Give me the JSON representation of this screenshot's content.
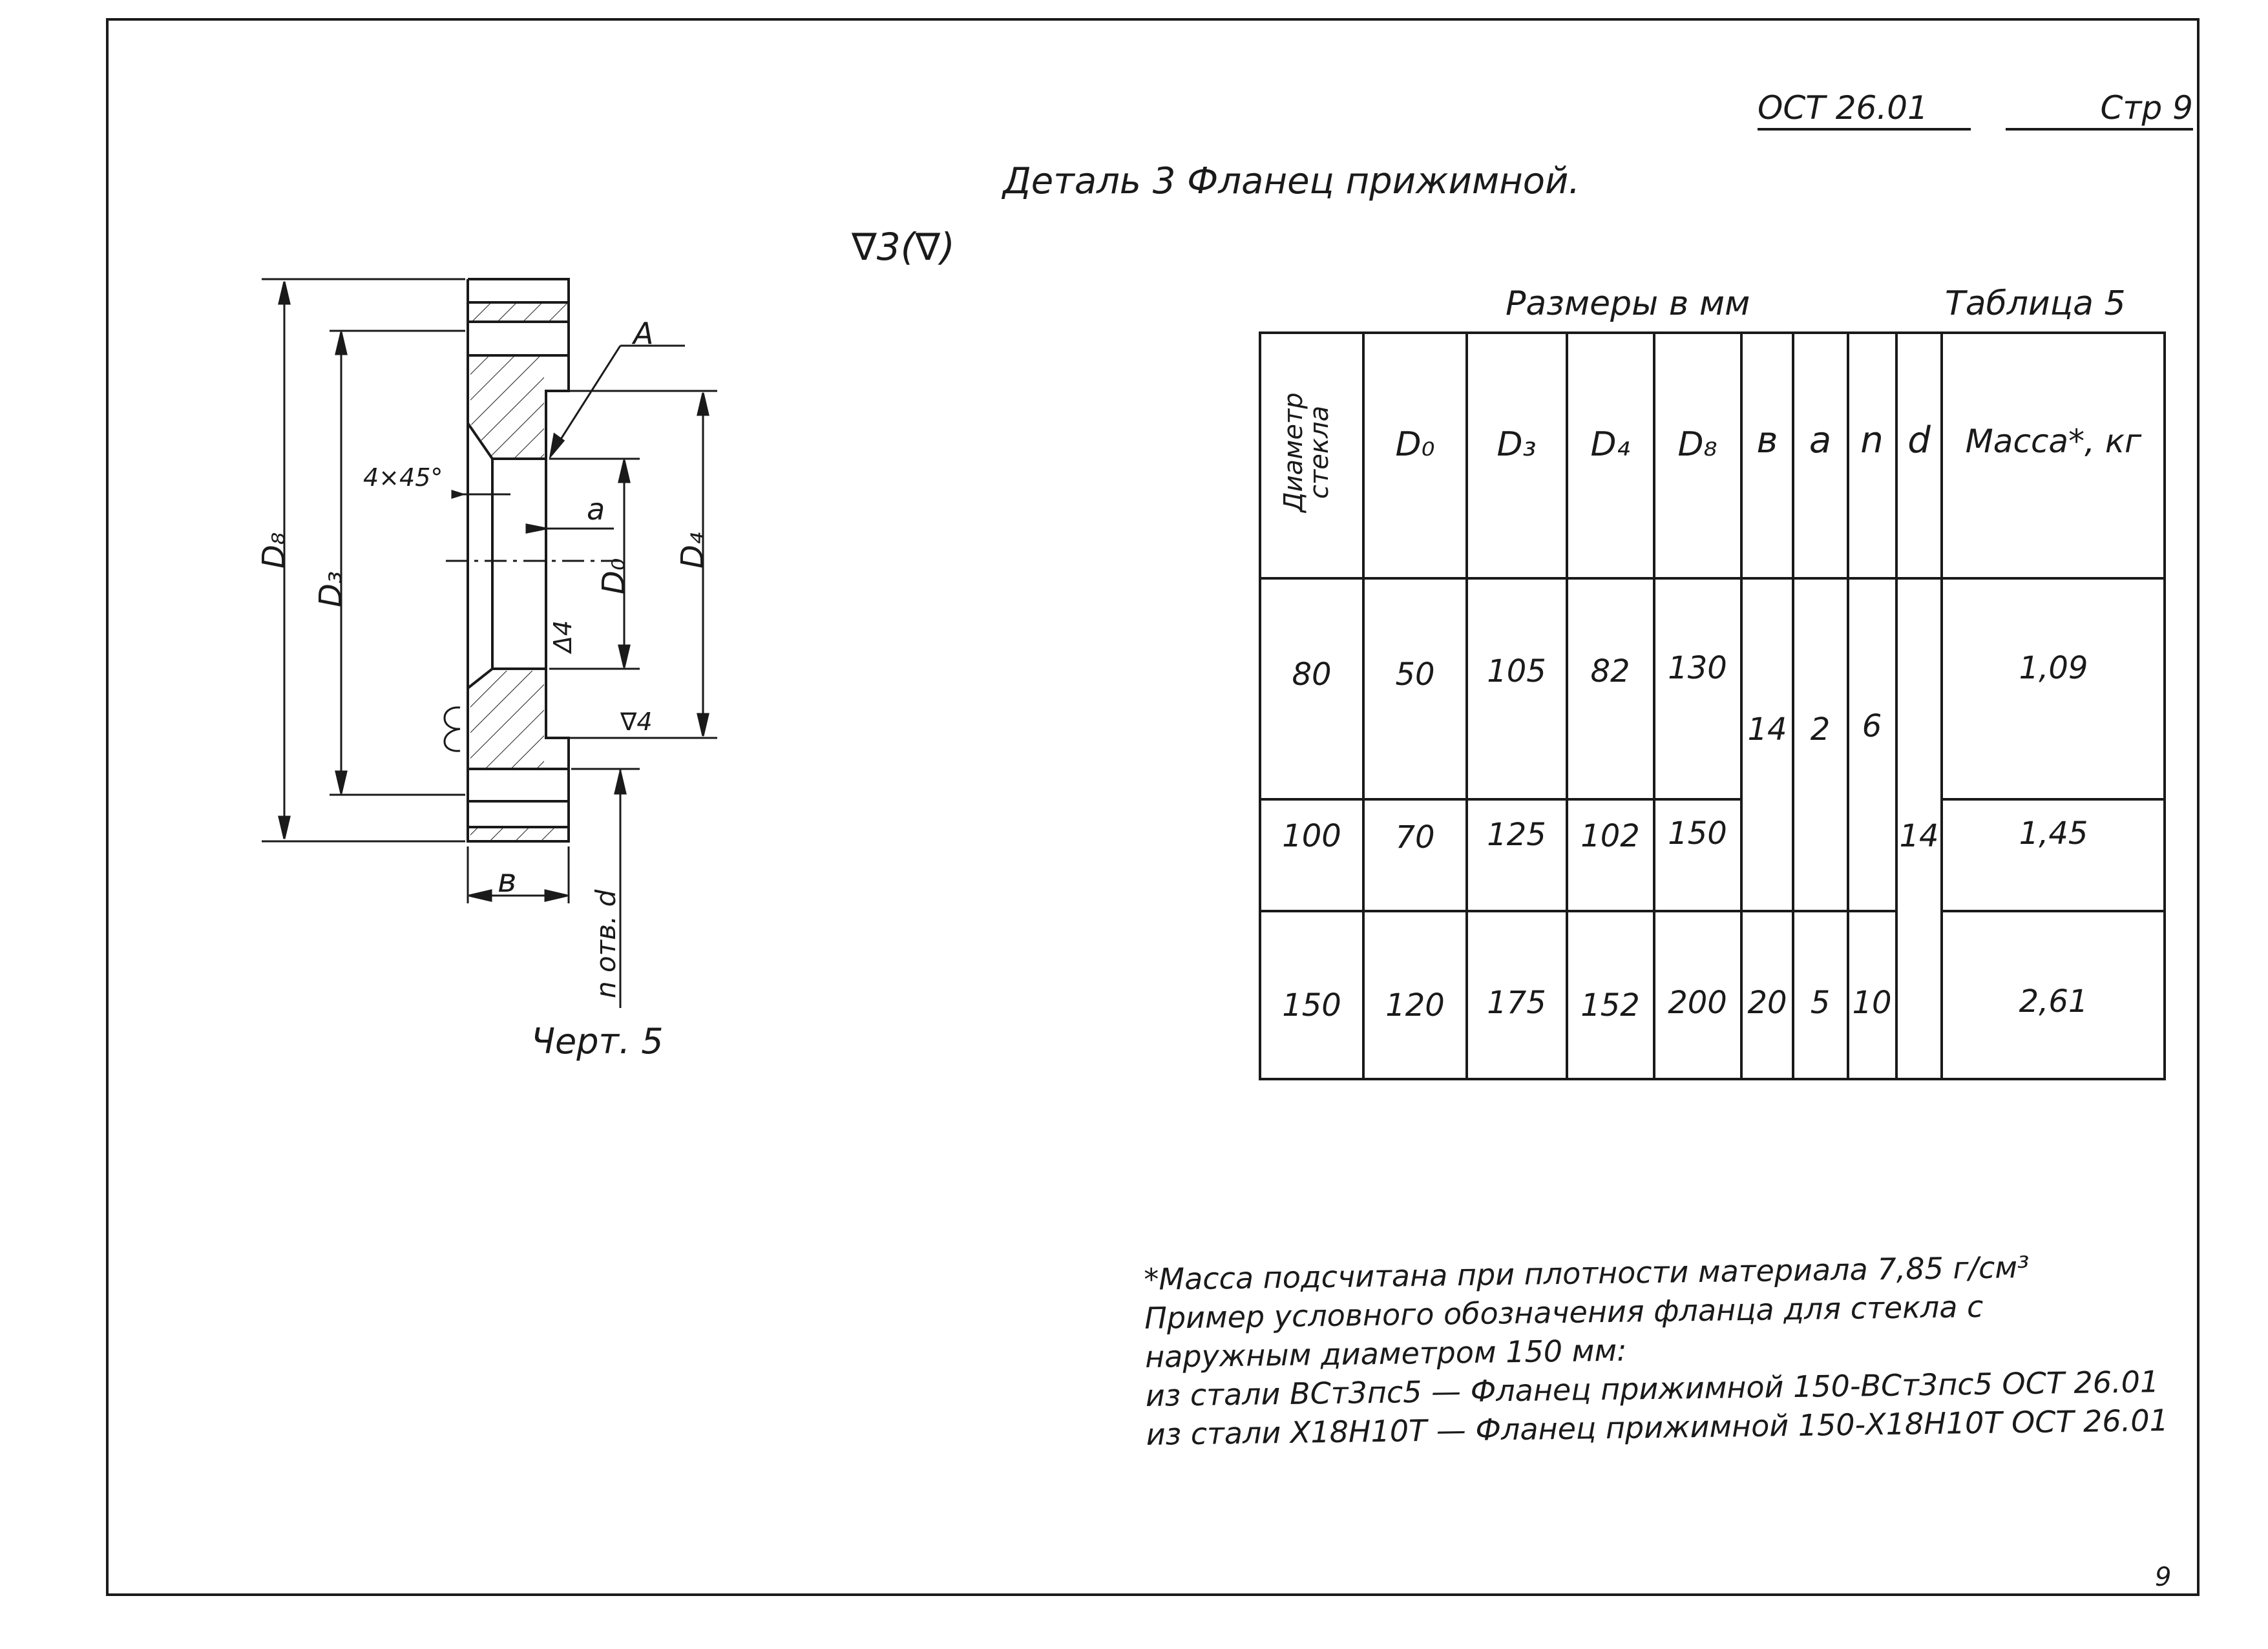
{
  "header": {
    "standard": "ОСТ 26.01",
    "page_label": "Стр 9"
  },
  "title": "Деталь 3  Фланец прижимной.",
  "roughness": "∇3(∇)",
  "drawing": {
    "caption": "Черт. 5",
    "labels": {
      "D8": "D₈",
      "D3": "D₃",
      "D4": "D₄",
      "D0": "D₀",
      "chamfer": "4×45°",
      "a": "a",
      "A": "A",
      "delta4": "Δ4",
      "rough4": "∇4",
      "b": "в",
      "holes": "n отв. d"
    }
  },
  "table": {
    "caption": "Размеры в мм",
    "number": "Таблица 5",
    "headers": {
      "glass": "Диаметр стекла",
      "D0": "D₀",
      "D3": "D₃",
      "D4": "D₄",
      "D8": "D₈",
      "b": "в",
      "a": "a",
      "n": "n",
      "d": "d",
      "mass": "Масса*, кг"
    },
    "rows": [
      {
        "glass": "80",
        "D0": "50",
        "D3": "105",
        "D4": "82",
        "D8": "130",
        "mass": "1,09"
      },
      {
        "glass": "100",
        "D0": "70",
        "D3": "125",
        "D4": "102",
        "D8": "150",
        "mass": "1,45"
      },
      {
        "glass": "150",
        "D0": "120",
        "D3": "175",
        "D4": "152",
        "D8": "200",
        "b": "20",
        "a": "5",
        "n": "10",
        "mass": "2,61"
      }
    ],
    "merged": {
      "b": "14",
      "a": "2",
      "n": "6",
      "d": "14"
    }
  },
  "footnote": [
    "*Масса подсчитана при плотности материала 7,85 г/см³",
    "Пример условного обозначения фланца для стекла с",
    "наружным диаметром 150 мм:",
    "из стали ВСт3пс5 — Фланец прижимной 150-ВСт3пс5 ОСТ 26.01",
    "из стали Х18Н10Т — Фланец прижимной 150-Х18Н10Т ОСТ 26.01"
  ],
  "page_number": "9"
}
